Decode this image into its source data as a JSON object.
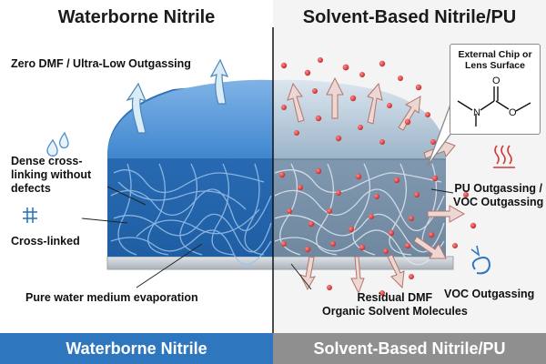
{
  "titles": {
    "left": "Waterborne Nitrile",
    "right": "Solvent-Based Nitrile/PU"
  },
  "labels": {
    "zero_dmf": "Zero DMF / Ultra-Low Outgassing",
    "dense_crosslinking": "Dense cross-linking without defects",
    "crosslinked": "Cross-linked",
    "pure_water": "Pure water medium evaporation",
    "residual_dmf_line1": "Residual DMF",
    "residual_dmf_line2": "Organic Solvent Molecules",
    "pu_outgassing_line1": "PU Outgassing /",
    "pu_outgassing_line2": "VOC Outgassing",
    "voc_outgassing": "VOC Outgassing"
  },
  "callout": {
    "title_line1": "External Chip or",
    "title_line2": "Lens Surface",
    "molecule_atoms": [
      "N",
      "O",
      "O"
    ]
  },
  "bottom_bar": {
    "left": "Waterborne Nitrile",
    "right": "Solvent-Based Nitrile/PU"
  },
  "icons": {
    "water_drops": "water-drops-icon",
    "crosslink": "crosslink-grid-icon",
    "heat_wave": "heat-wave-icon",
    "swirl": "swirl-icon"
  },
  "colors": {
    "left_accent": "#2e77bf",
    "right_accent": "#8f8f8f",
    "voc_particle": "#d23a3a",
    "arrow_fill": "#ecd7d3"
  }
}
